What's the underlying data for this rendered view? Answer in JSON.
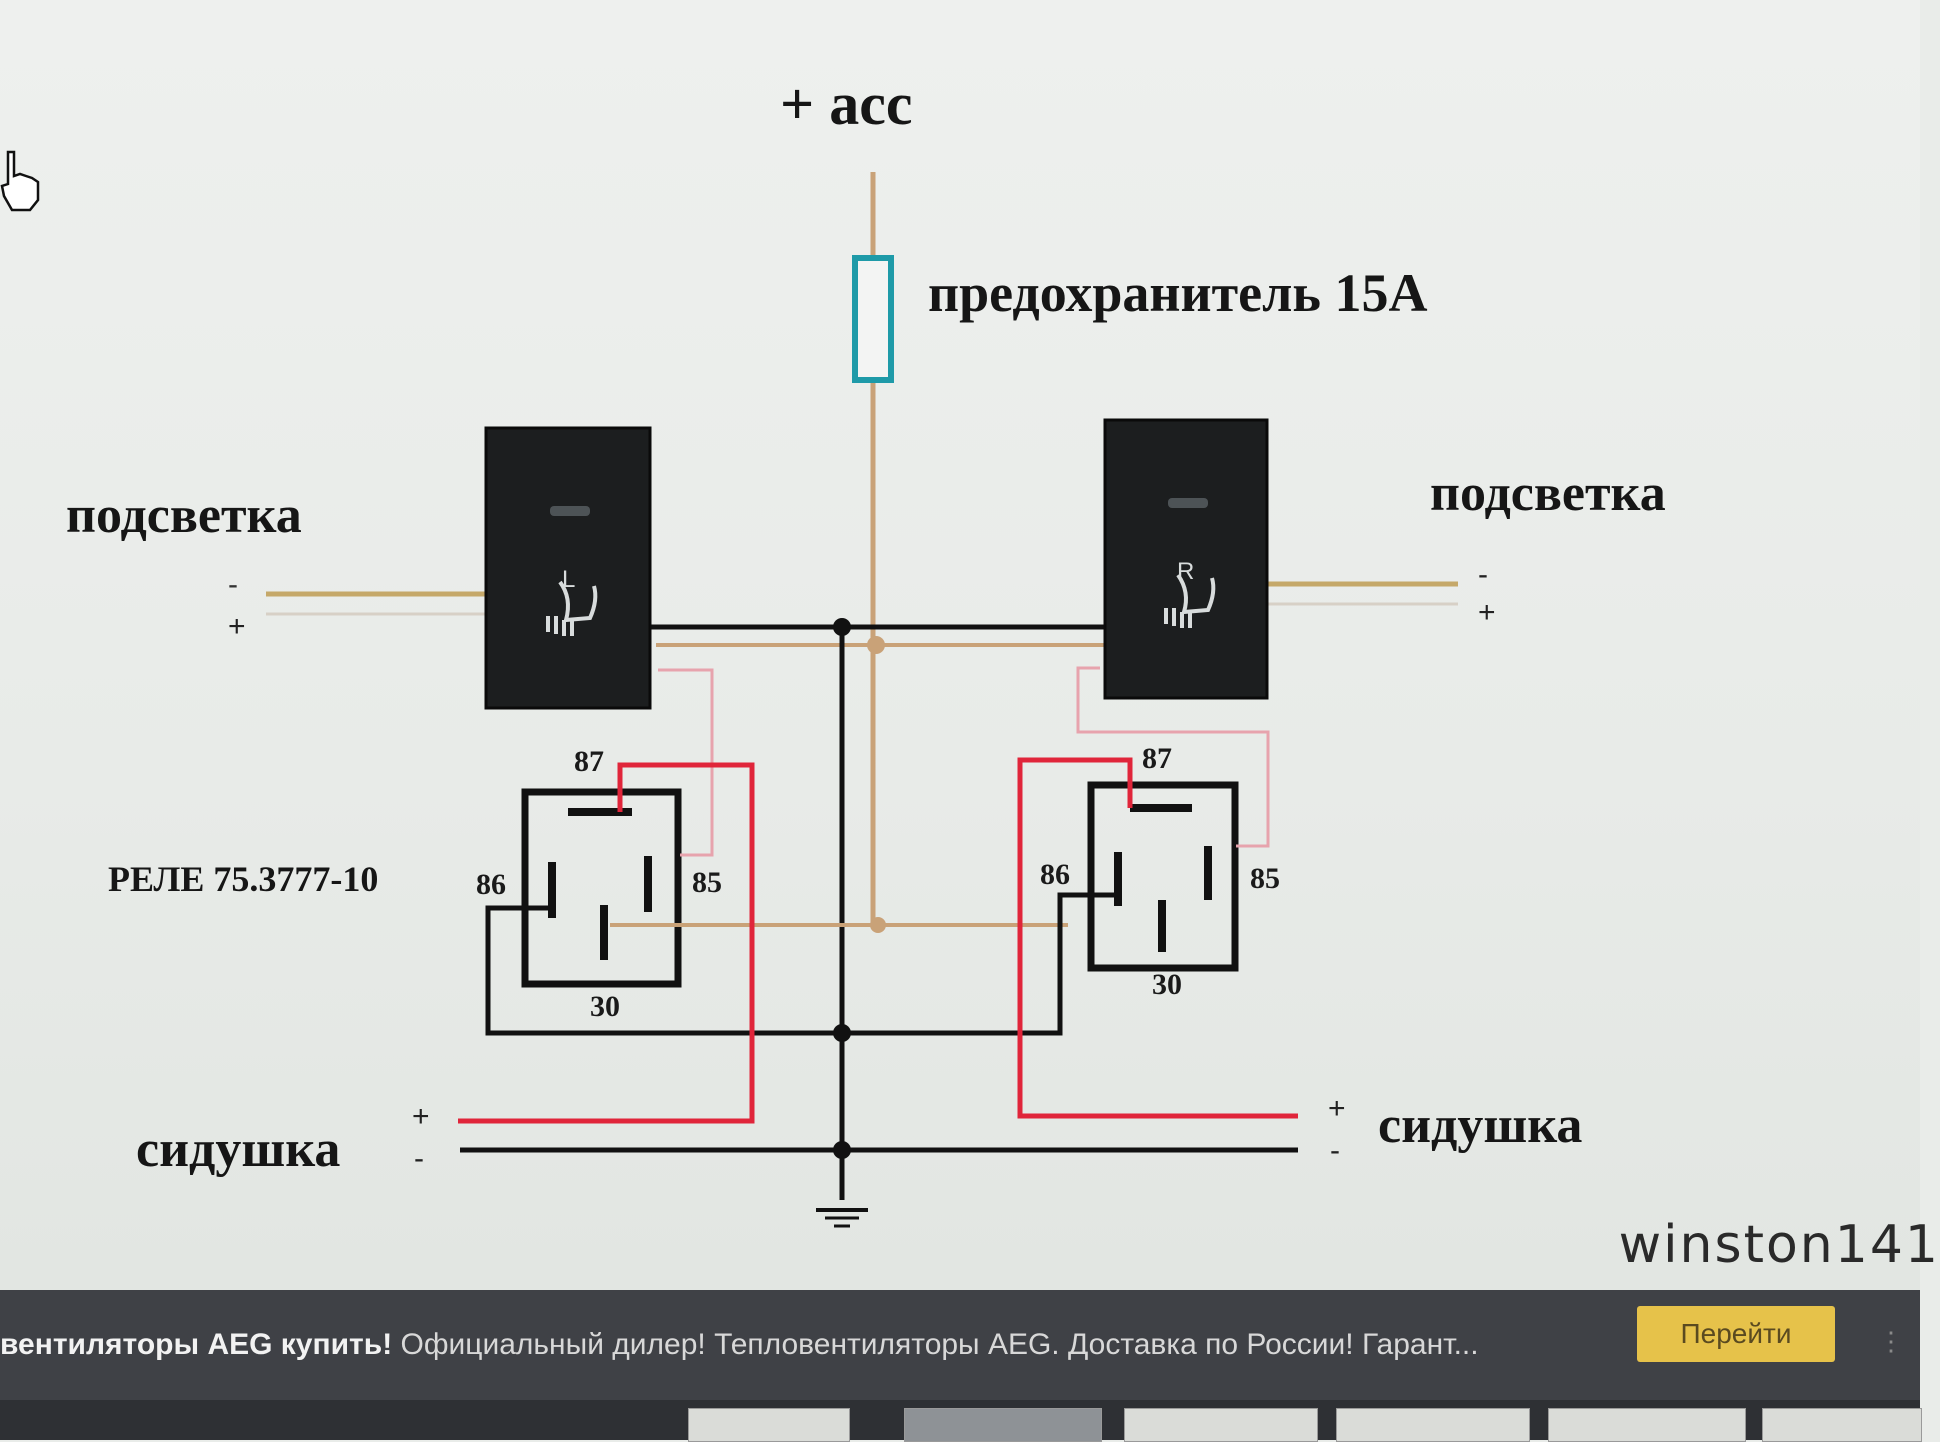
{
  "diagram": {
    "title": "+ асс",
    "fuse_label": "предохранитель 15А",
    "backlight_left": "подсветка",
    "backlight_right": "подсветка",
    "relay_label": "РЕЛЕ  75.3777-10",
    "seat_left": "сидушка",
    "seat_right": "сидушка",
    "switch_left_letter": "L",
    "switch_right_letter": "R",
    "pins": {
      "p87": "87",
      "p86": "86",
      "p85": "85",
      "p30": "30"
    },
    "minus": "-",
    "plus": "+",
    "watermark": "winston141"
  },
  "ad": {
    "bold": "вентиляторы AEG купить!",
    "rest": " Официальный дилер! Тепловентиляторы AEG. Доставка по России! Гарант...",
    "button": "Перейти",
    "more": "⋮"
  },
  "colors": {
    "wire_black": "#111111",
    "wire_red": "#e0253a",
    "wire_pink": "#e7a3ad",
    "wire_tan": "#c9a278",
    "wire_gold": "#c5a869",
    "fuse": "#1e9aa8",
    "switch_body": "#1c1e1f"
  }
}
